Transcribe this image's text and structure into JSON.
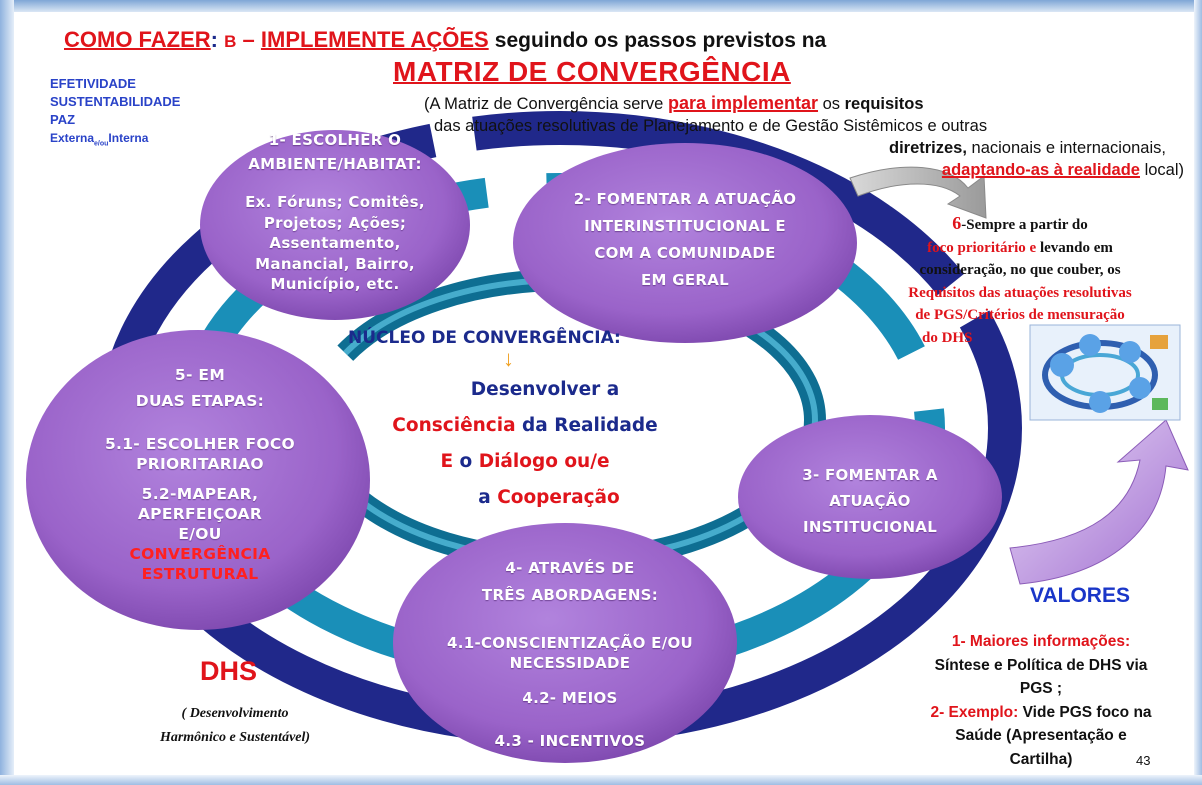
{
  "title": {
    "como_fazer": "COMO FAZER",
    "colon": ":",
    "step_letter": "B",
    "dash": "–",
    "implemente": "IMPLEMENTE AÇÕES",
    "seguindo": "seguindo os passos previstos na",
    "matriz": "MATRIZ DE CONVERGÊNCIA"
  },
  "top_left_list": {
    "items": [
      "EFETIVIDADE",
      "SUSTENTABILIDADE",
      "PAZ"
    ],
    "externa": "Externa",
    "sub": "e/ou",
    "interna": "Interna"
  },
  "intro": {
    "line1_a": "(A Matriz de Convergência serve",
    "line1_b": "para implementar",
    "line1_c": "os",
    "line1_d": "requisitos",
    "line2": "das atuações resolutivas de Planejamento e de Gestão Sistêmicos e outras",
    "line3_a": "diretrizes,",
    "line3_b": "nacionais e internacionais,",
    "line4_a": "adaptando-as à realidade",
    "line4_b": "local)"
  },
  "step1": {
    "heading": [
      "1- ESCOLHER O",
      "AMBIENTE/HABITAT:"
    ],
    "examples": [
      "Ex. Fóruns; Comitês,",
      "Projetos; Ações;",
      "Assentamento,",
      "Manancial, Bairro,",
      "Município, etc."
    ]
  },
  "step2": {
    "lines": [
      "2- FOMENTAR A ATUAÇÃO",
      "INTERINSTITUCIONAL E",
      "COM A COMUNIDADE",
      "EM GERAL"
    ]
  },
  "step3": {
    "lines": [
      "3- FOMENTAR A",
      "ATUAÇÃO",
      "INSTITUCIONAL"
    ]
  },
  "step4": {
    "heading": [
      "4- ATRAVÉS DE",
      "TRÊS ABORDAGENS:"
    ],
    "items": [
      "4.1-CONSCIENTIZAÇÃO E/OU",
      "NECESSIDADE",
      "4.2- MEIOS",
      "4.3 -  INCENTIVOS"
    ]
  },
  "step5": {
    "heading": [
      "5- EM",
      "DUAS ETAPAS:"
    ],
    "items": [
      "5.1- ESCOLHER FOCO",
      "PRIORITARIAO",
      "5.2-MAPEAR,",
      "APERFEIÇOAR",
      "E/OU"
    ],
    "red_items": [
      "CONVERGÊNCIA",
      "ESTRUTURAL"
    ]
  },
  "step6": {
    "number": "6",
    "l1": "-Sempre a partir do",
    "l2_red": "foco prioritário e",
    "l2_black": "levando em",
    "l3": "consideração,  no que couber, os",
    "l4": "Requisitos das atuações resolutivas",
    "l5": "de PGS/Critérios  de mensuração",
    "l6": "do DHS"
  },
  "nucleus": {
    "heading": "NÚCLEO DE CONVERGÊNCIA:",
    "arrow": "↓",
    "l1": "Desenvolver a",
    "l2_red": "Consciência",
    "l2_blue": "da Realidade",
    "l3_red": "E",
    "l3_blue": "o",
    "l3_red2": "Diálogo ou/e",
    "l4_blue": "a",
    "l4_red": "Cooperação"
  },
  "valores": "VALORES",
  "dhs": {
    "title": "DHS",
    "sub1": "( Desenvolvimento",
    "sub2": "Harmônico e Sustentável)"
  },
  "info": {
    "l1": "1- Maiores informações:",
    "l2": "Síntese e  Política de DHS via",
    "l3": "PGS ;",
    "l4_red": "2- Exemplo:",
    "l4_black": "Vide PGS foco na",
    "l5": "Saúde (Apresentação e",
    "l6": "Cartilha)"
  },
  "page_number": "43",
  "colors": {
    "ellipse": "#9a63c9",
    "ring_outer": "#20288a",
    "ring_inner": "#148ab0",
    "title_red": "#e0141b",
    "navy": "#1b2a8c"
  }
}
